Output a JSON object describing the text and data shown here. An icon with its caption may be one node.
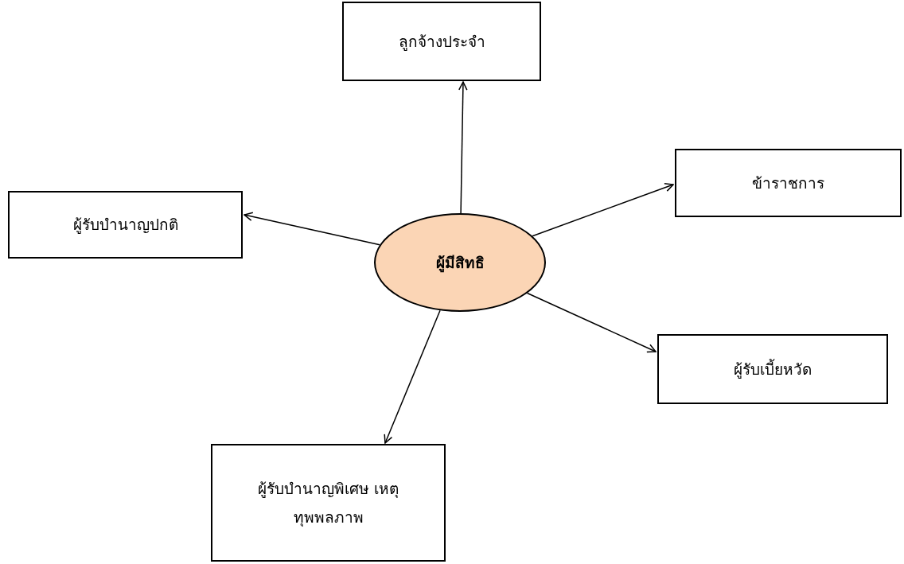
{
  "diagram": {
    "nodes": [
      {
        "text": [
          "ลูกจ้างประจำ"
        ]
      },
      {
        "text": [
          "ข้าราชการ"
        ]
      },
      {
        "text": [
          "ผู้รับบำนาญปกติ"
        ]
      },
      {
        "text": [
          "ผู้มีสิทธิ"
        ]
      },
      {
        "text": [
          "ผู้รับเบี้ยหวัด"
        ]
      },
      {
        "text": [
          "ผู้รับบำนาญพิเศษ เหตุทุพพลภาพ"
        ]
      }
    ],
    "edges": [
      {
        "from": 3,
        "to": 0,
        "arrow": "to"
      },
      {
        "from": 3,
        "to": 1,
        "arrow": "to"
      },
      {
        "from": 3,
        "to": 2,
        "arrow": "to"
      },
      {
        "from": 3,
        "to": 4,
        "arrow": "to"
      },
      {
        "from": 3,
        "to": 5,
        "arrow": "to"
      }
    ]
  }
}
